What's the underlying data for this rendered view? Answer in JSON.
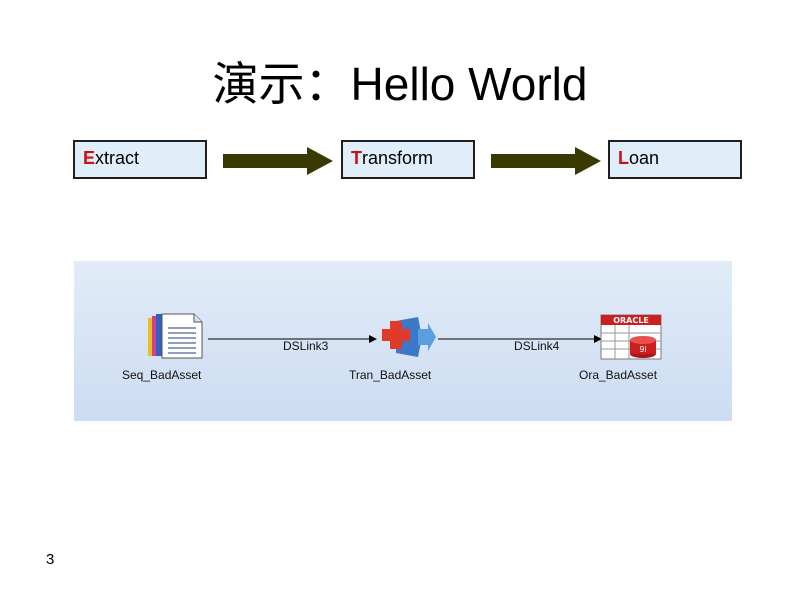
{
  "slide": {
    "title": "演示：Hello World",
    "page_number": "3"
  },
  "etl": [
    {
      "first_letter": "E",
      "rest": "xtract"
    },
    {
      "first_letter": "T",
      "rest": "ransform"
    },
    {
      "first_letter": "L",
      "rest": "oan"
    }
  ],
  "colors": {
    "box_fill": "#dfeef9",
    "first_letter": "#cc1111",
    "arrow": "#3a3a00",
    "panel_top": "#e2ecf8",
    "panel_bottom": "#ccdcf2"
  },
  "job": {
    "stages": [
      {
        "name": "Seq_BadAsset",
        "icon": "sequential-file-icon"
      },
      {
        "name": "Tran_BadAsset",
        "icon": "transformer-icon"
      },
      {
        "name": "Ora_BadAsset",
        "icon": "oracle-db-icon",
        "icon_text_top": "ORACLE",
        "icon_text_badge": "9i"
      }
    ],
    "links": [
      "DSLink3",
      "DSLink4"
    ]
  }
}
